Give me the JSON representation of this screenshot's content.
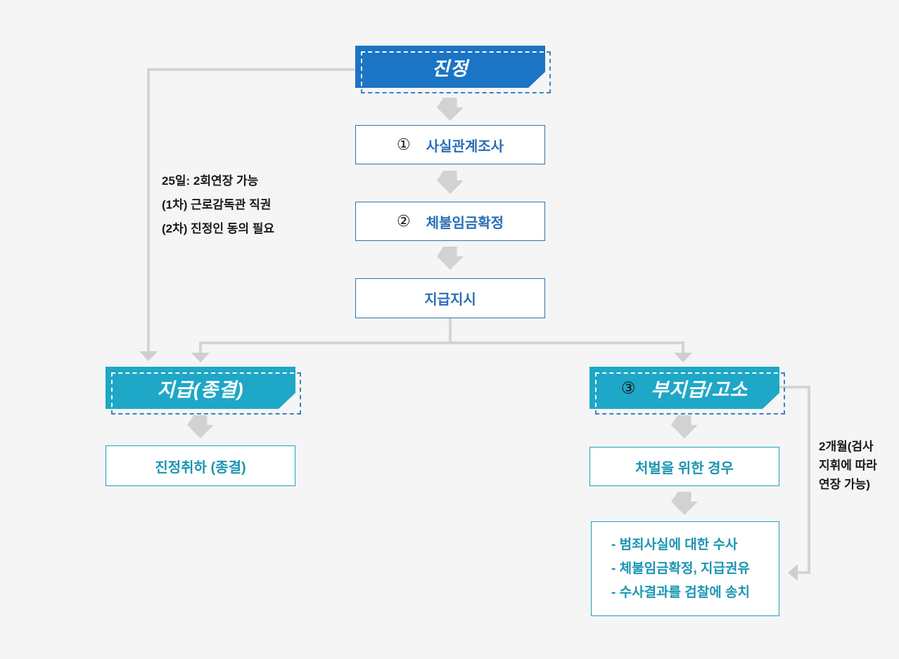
{
  "colors": {
    "background": "#f5f5f5",
    "blue_fill": "#1b74c4",
    "teal_fill": "#1ea7c6",
    "blue_border": "#2e75b6",
    "teal_border": "#22a0bc",
    "connector_gray": "#d2d2d2",
    "dash_blue": "#3c82c0"
  },
  "flow": {
    "start": {
      "label": "진정"
    },
    "step1": {
      "num": "①",
      "label": "사실관계조사"
    },
    "step2": {
      "num": "②",
      "label": "체불임금확정"
    },
    "step3": {
      "label": "지급지시"
    },
    "left_branch": {
      "header": "지급(종결)",
      "box": "진정취하 (종결)"
    },
    "right_branch": {
      "num": "③",
      "header": "부지급/고소",
      "box": "처벌을 위한 경우",
      "details": [
        "- 범죄사실에 대한 수사",
        "- 체불임금확정, 지급권유",
        "- 수사결과를 검찰에 송치"
      ]
    },
    "note_left": {
      "lines": [
        "25일: 2회연장 가능",
        "(1차) 근로감독관 직권",
        "(2차) 진정인 동의 필요"
      ]
    },
    "note_right": {
      "lines": [
        "2개월(검사",
        "지휘에 따라",
        "연장 가능)"
      ]
    }
  }
}
